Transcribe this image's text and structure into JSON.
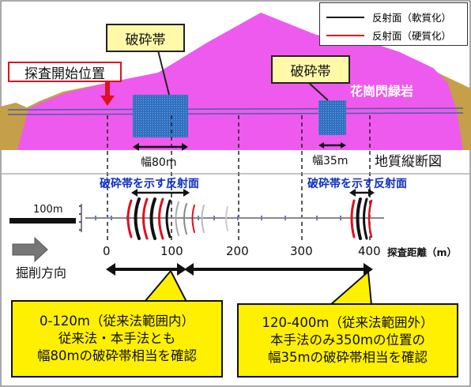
{
  "legend": [
    {
      "label": "反射面（軟質化）",
      "color": "#1a1a1a"
    },
    {
      "label": "反射面（硬質化）",
      "color": "#e0141e"
    }
  ],
  "labels": {
    "start_position": "探査開始位置",
    "fracture_zone_1": "破砕帯",
    "fracture_zone_2": "破砕帯",
    "granite": "花崗閃緑岩",
    "width_1": "幅80m",
    "width_2": "幅35m",
    "section_title": "地質縦断図",
    "reflection_1": "破砕帯を示す反射面",
    "reflection_2": "破砕帯を示す反射面",
    "scale": "100m",
    "excavation_direction": "掘削方向",
    "distance_label": "探査距離（m）"
  },
  "axis_ticks": [
    "0",
    "100",
    "200",
    "300",
    "400"
  ],
  "notes": [
    {
      "line1": "0-120m（従来法範囲内）",
      "line2": "従来法・本手法とも",
      "line3": "幅80mの破砕帯相当を確認"
    },
    {
      "line1": "120-400m（従来法範囲外）",
      "line2": "本手法のみ350mの位置の",
      "line3": "幅35mの破砕帯相当を確認"
    }
  ],
  "colors": {
    "granite": "#ee5aee",
    "ground": "#c59f49",
    "fracture_zone": "#2e6fc1",
    "reflection_text": "#1030c0",
    "start_box_border": "#e01020",
    "note_fill": "#fff000"
  }
}
